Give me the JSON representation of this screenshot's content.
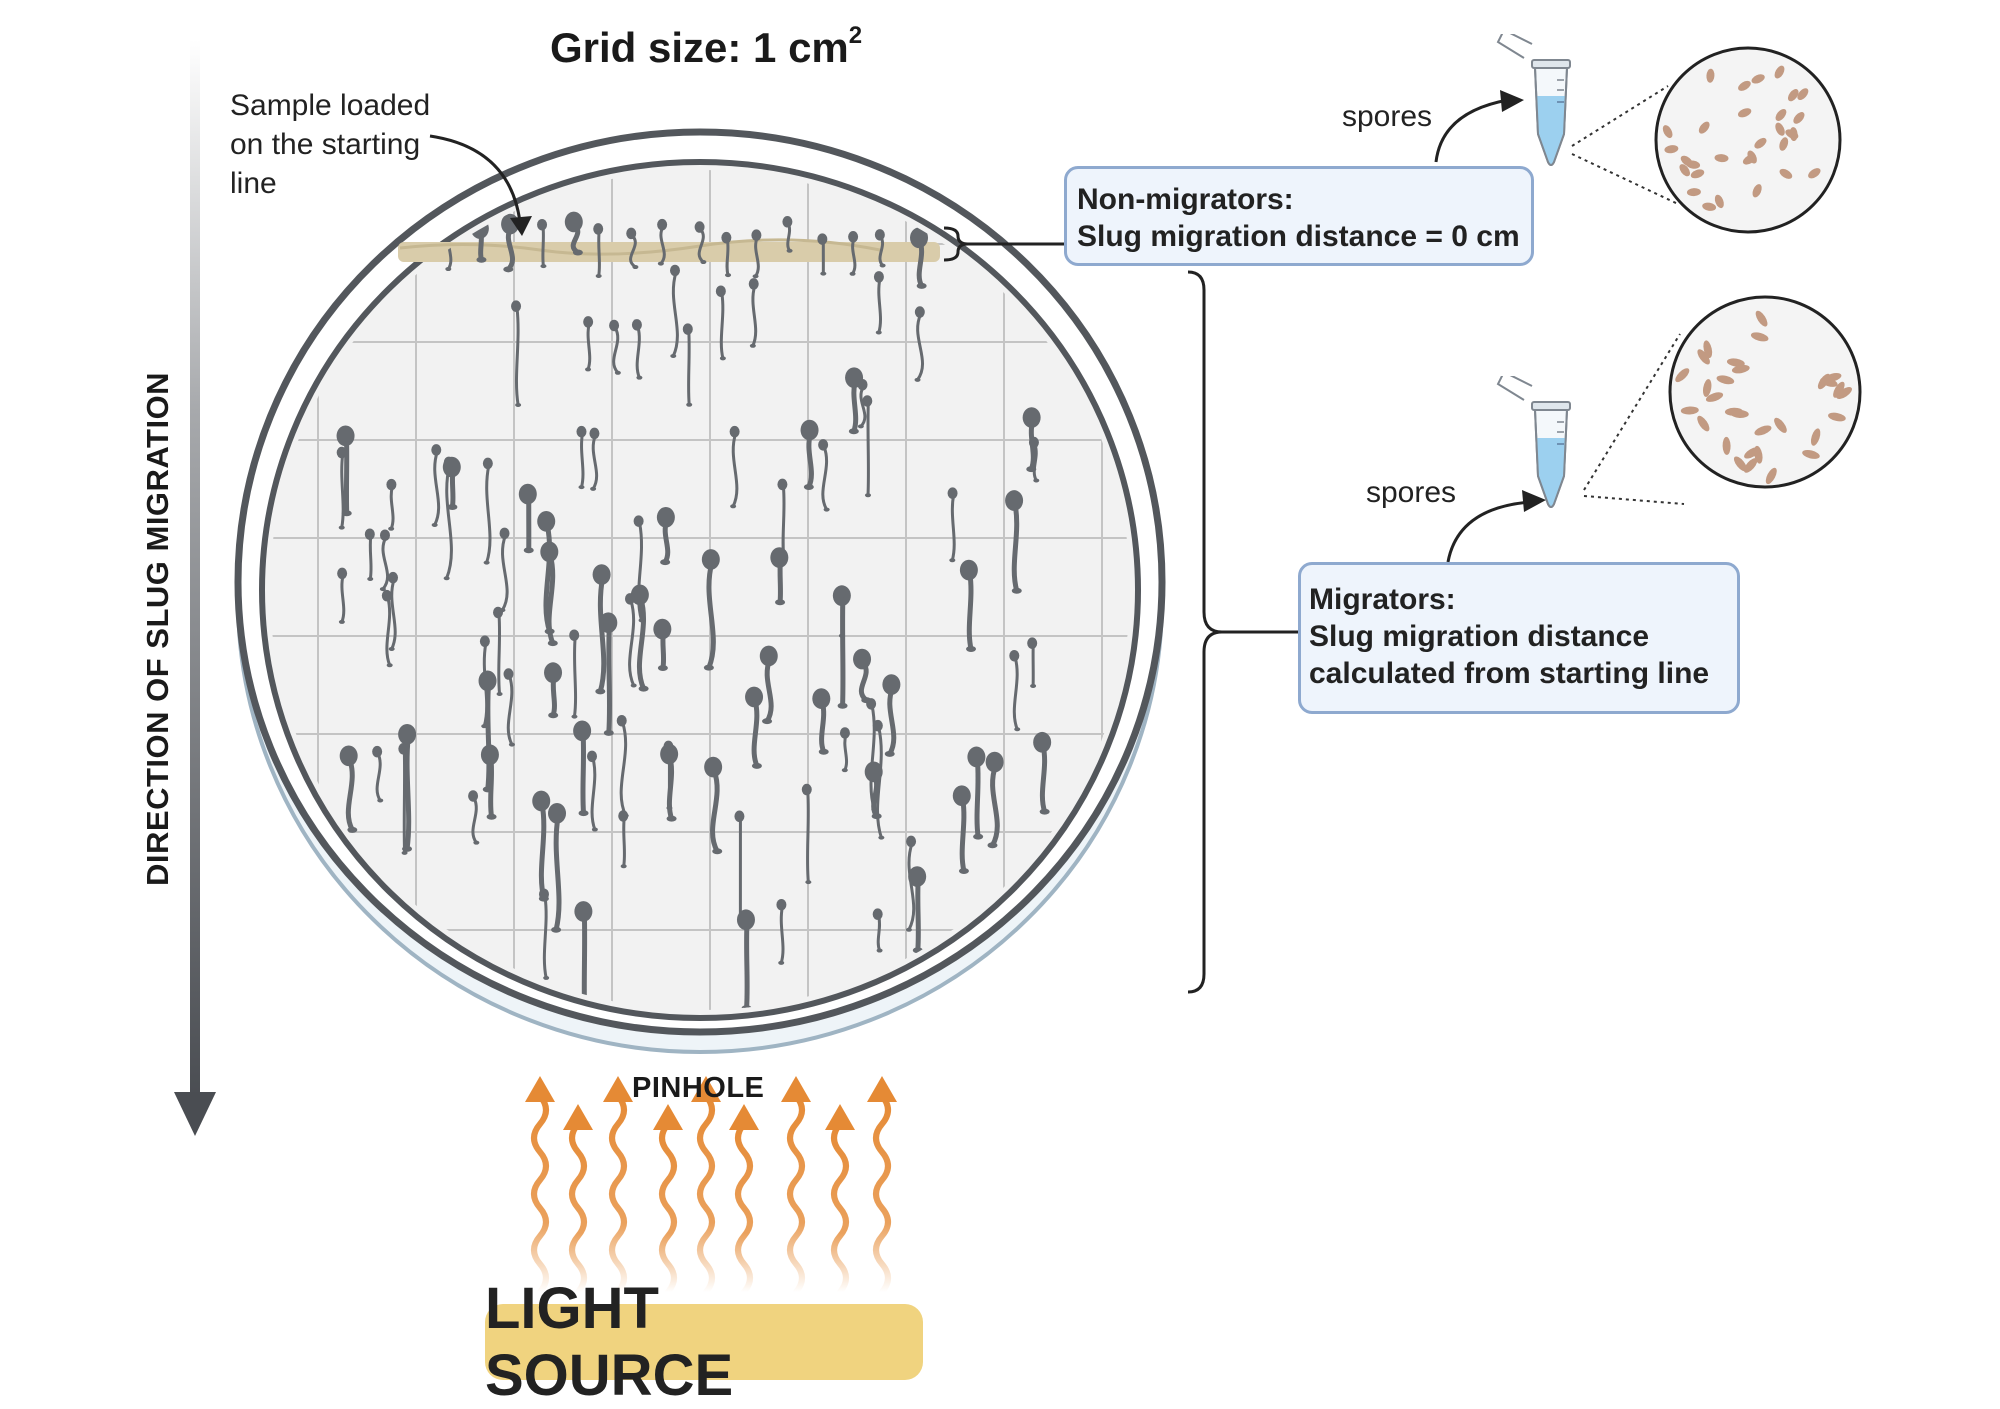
{
  "title": {
    "text": "Grid size: 1 cm",
    "superscript": "2"
  },
  "sample_note": {
    "lines": [
      "Sample loaded",
      "on the starting",
      "line"
    ]
  },
  "non_migrators": {
    "heading": "Non-migrators:",
    "detail": "Slug migration distance = 0 cm"
  },
  "migrators": {
    "heading": "Migrators:",
    "lines": [
      "Slug migration distance",
      "calculated from starting line"
    ]
  },
  "spores_top": "spores",
  "spores_bottom": "spores",
  "direction_label": "DIRECTION OF SLUG MIGRATION",
  "pinhole_label": "PINHOLE",
  "light_source_label": "LIGHT SOURCE",
  "colors": {
    "dish_rim": "#53575c",
    "dish_fill": "#f2f2f2",
    "grid_line": "#c4c4c4",
    "sample_band": "#d9ccaa",
    "fruiting_body": "#666a6f",
    "callout_fill": "#eef4fc",
    "callout_border": "#8ea9cf",
    "light_arrows": "#e58a35",
    "light_box": "#f0d37f",
    "spore_color": "#c29a82",
    "tube_liquid": "#9cd0ef"
  },
  "icons": [
    "petri-dish",
    "fruiting-body",
    "microcentrifuge-tube",
    "magnified-spores",
    "wavy-light-arrow",
    "down-arrow",
    "curly-brace"
  ]
}
